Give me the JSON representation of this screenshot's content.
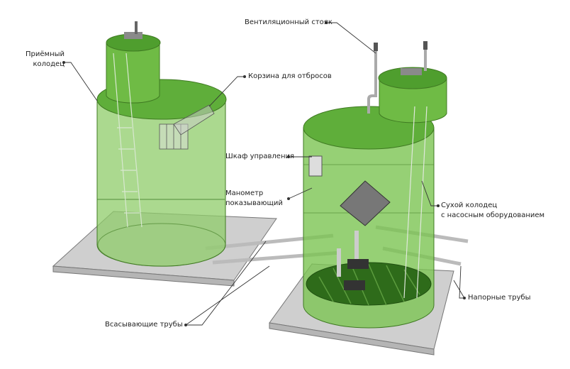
{
  "labels": {
    "vent_riser": "Вентиляционный стояк",
    "receiving_well_1": "Приёмный",
    "receiving_well_2": "колодец",
    "waste_basket": "Корзина для отбросов",
    "control_cabinet": "Шкаф управления",
    "gauge_1": "Манометр",
    "gauge_2": "показывающий",
    "dry_well_1": "Сухой колодец",
    "dry_well_2": "с насосным оборудованием",
    "pressure_pipes": "Напорные трубы",
    "suction_pipes": "Всасывающие трубы"
  },
  "colors": {
    "tank": "#5fae3a",
    "tank_dark": "#3f8a22",
    "slab": "#c8c8c8",
    "pipe": "#d8d8d8"
  }
}
